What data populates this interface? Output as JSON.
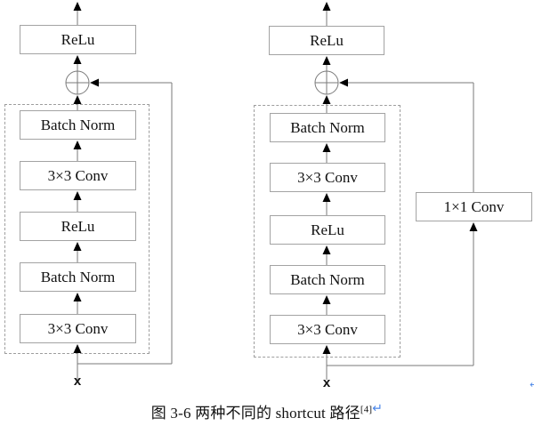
{
  "diagram": {
    "left": {
      "output_activation": "ReLu",
      "layers": [
        "Batch Norm",
        "3×3 Conv",
        "ReLu",
        "Batch Norm",
        "3×3 Conv"
      ],
      "input_label": "x"
    },
    "right": {
      "output_activation": "ReLu",
      "layers": [
        "Batch Norm",
        "3×3 Conv",
        "ReLu",
        "Batch Norm",
        "3×3 Conv"
      ],
      "shortcut_layer": "1×1 Conv",
      "input_label": "x"
    },
    "caption": {
      "figure_label": "图 3-6",
      "text": "两种不同的 shortcut 路径",
      "reference": "[4]",
      "paragraph_mark": "↵"
    },
    "colors": {
      "line": "#7a7a7a",
      "box_border": "#a3a3a3",
      "dashed_border": "#9e9e9e",
      "arrowhead": "#000000",
      "text": "#111111",
      "paragraph_mark": "#4a86e8"
    }
  }
}
